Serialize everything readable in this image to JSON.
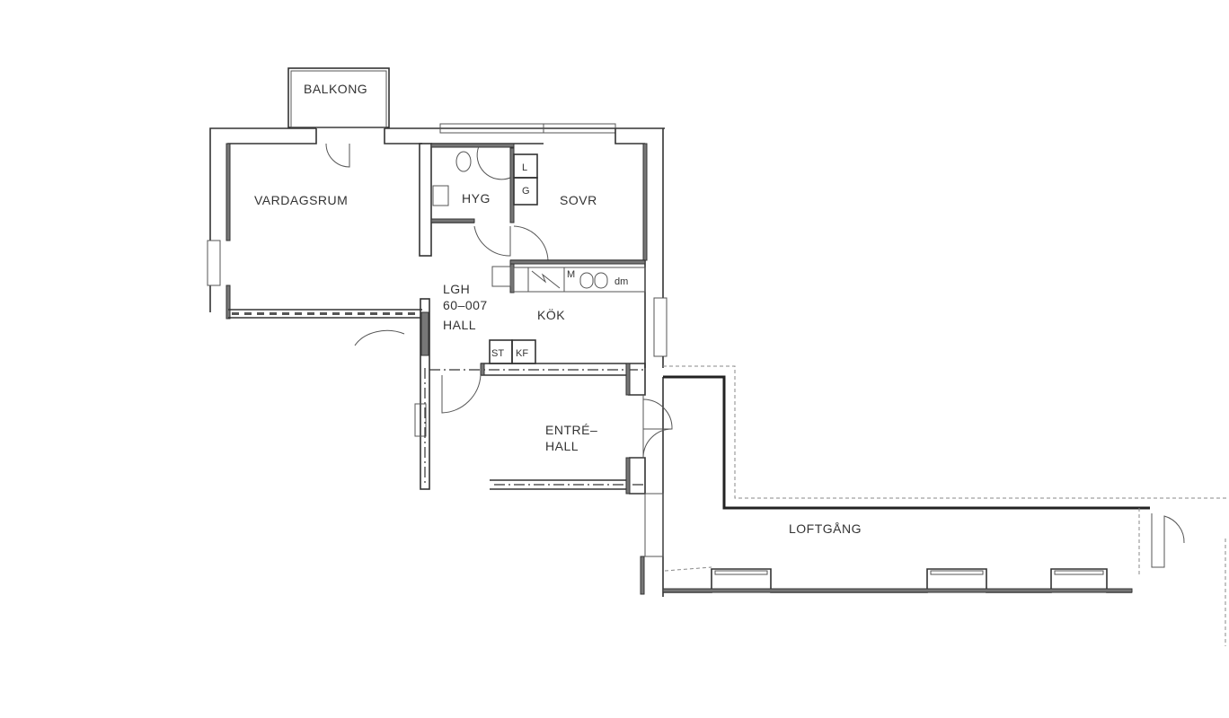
{
  "plan": {
    "apartment_id_prefix": "LGH",
    "apartment_id": "60–007",
    "rooms": {
      "balcony": "BALKONG",
      "living_room": "VARDAGSRUM",
      "bathroom": "HYG",
      "bedroom": "SOVR",
      "hall": "HALL",
      "kitchen": "KÖK",
      "entrance_line1": "ENTRÉ–",
      "entrance_line2": "HALL",
      "gallery": "LOFTGÅNG"
    },
    "fixtures": {
      "wardrobe_l": "L",
      "wardrobe_g": "G",
      "microwave": "M",
      "dishwasher": "dm",
      "stove": "ST",
      "fridge_freezer": "KF"
    }
  }
}
